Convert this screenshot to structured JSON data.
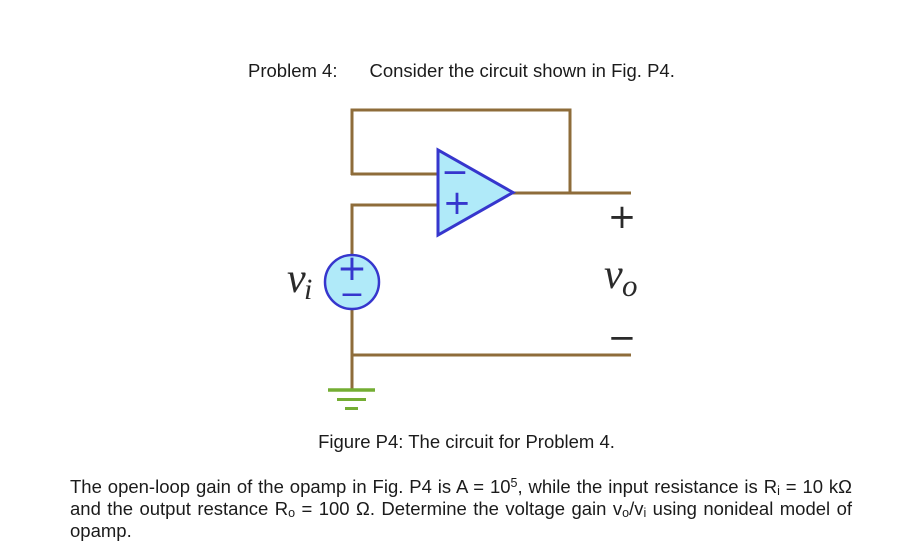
{
  "title": {
    "label": "Problem 4:",
    "text": "Consider the circuit shown in Fig. P4."
  },
  "figure": {
    "caption": "Figure P4: The circuit for Problem 4.",
    "opamp": {
      "minus": "−",
      "plus": "+"
    },
    "source": {
      "plus": "+",
      "minus": "−",
      "name_base": "v",
      "name_sub": "i"
    },
    "output": {
      "plus": "+",
      "minus": "−",
      "name_base": "v",
      "name_sub": "o"
    },
    "colors": {
      "wire": "#8e6c3a",
      "device-fill": "#b0eaf9",
      "device-stroke": "#3636cd",
      "ground": "#74ad33",
      "symbol": "#2a2a2a",
      "text": "#1b1b1b"
    }
  },
  "body": {
    "line1": [
      {
        "t": "The open-loop gain of the opamp in Fig. P4 is A = 10"
      },
      {
        "t": "5"
      },
      {
        "t": ", while the input resistance is R"
      },
      {
        "t": "i"
      },
      {
        "t": " = 10 kΩ"
      }
    ],
    "line2": [
      {
        "t": "and the output restance R"
      },
      {
        "t": "o"
      },
      {
        "t": " = 100 Ω. Determine the voltage gain v"
      },
      {
        "t": "o"
      },
      {
        "t": "/v"
      },
      {
        "t": "i"
      },
      {
        "t": " using nonideal model of"
      }
    ],
    "line3": [
      {
        "t": "opamp."
      }
    ]
  }
}
